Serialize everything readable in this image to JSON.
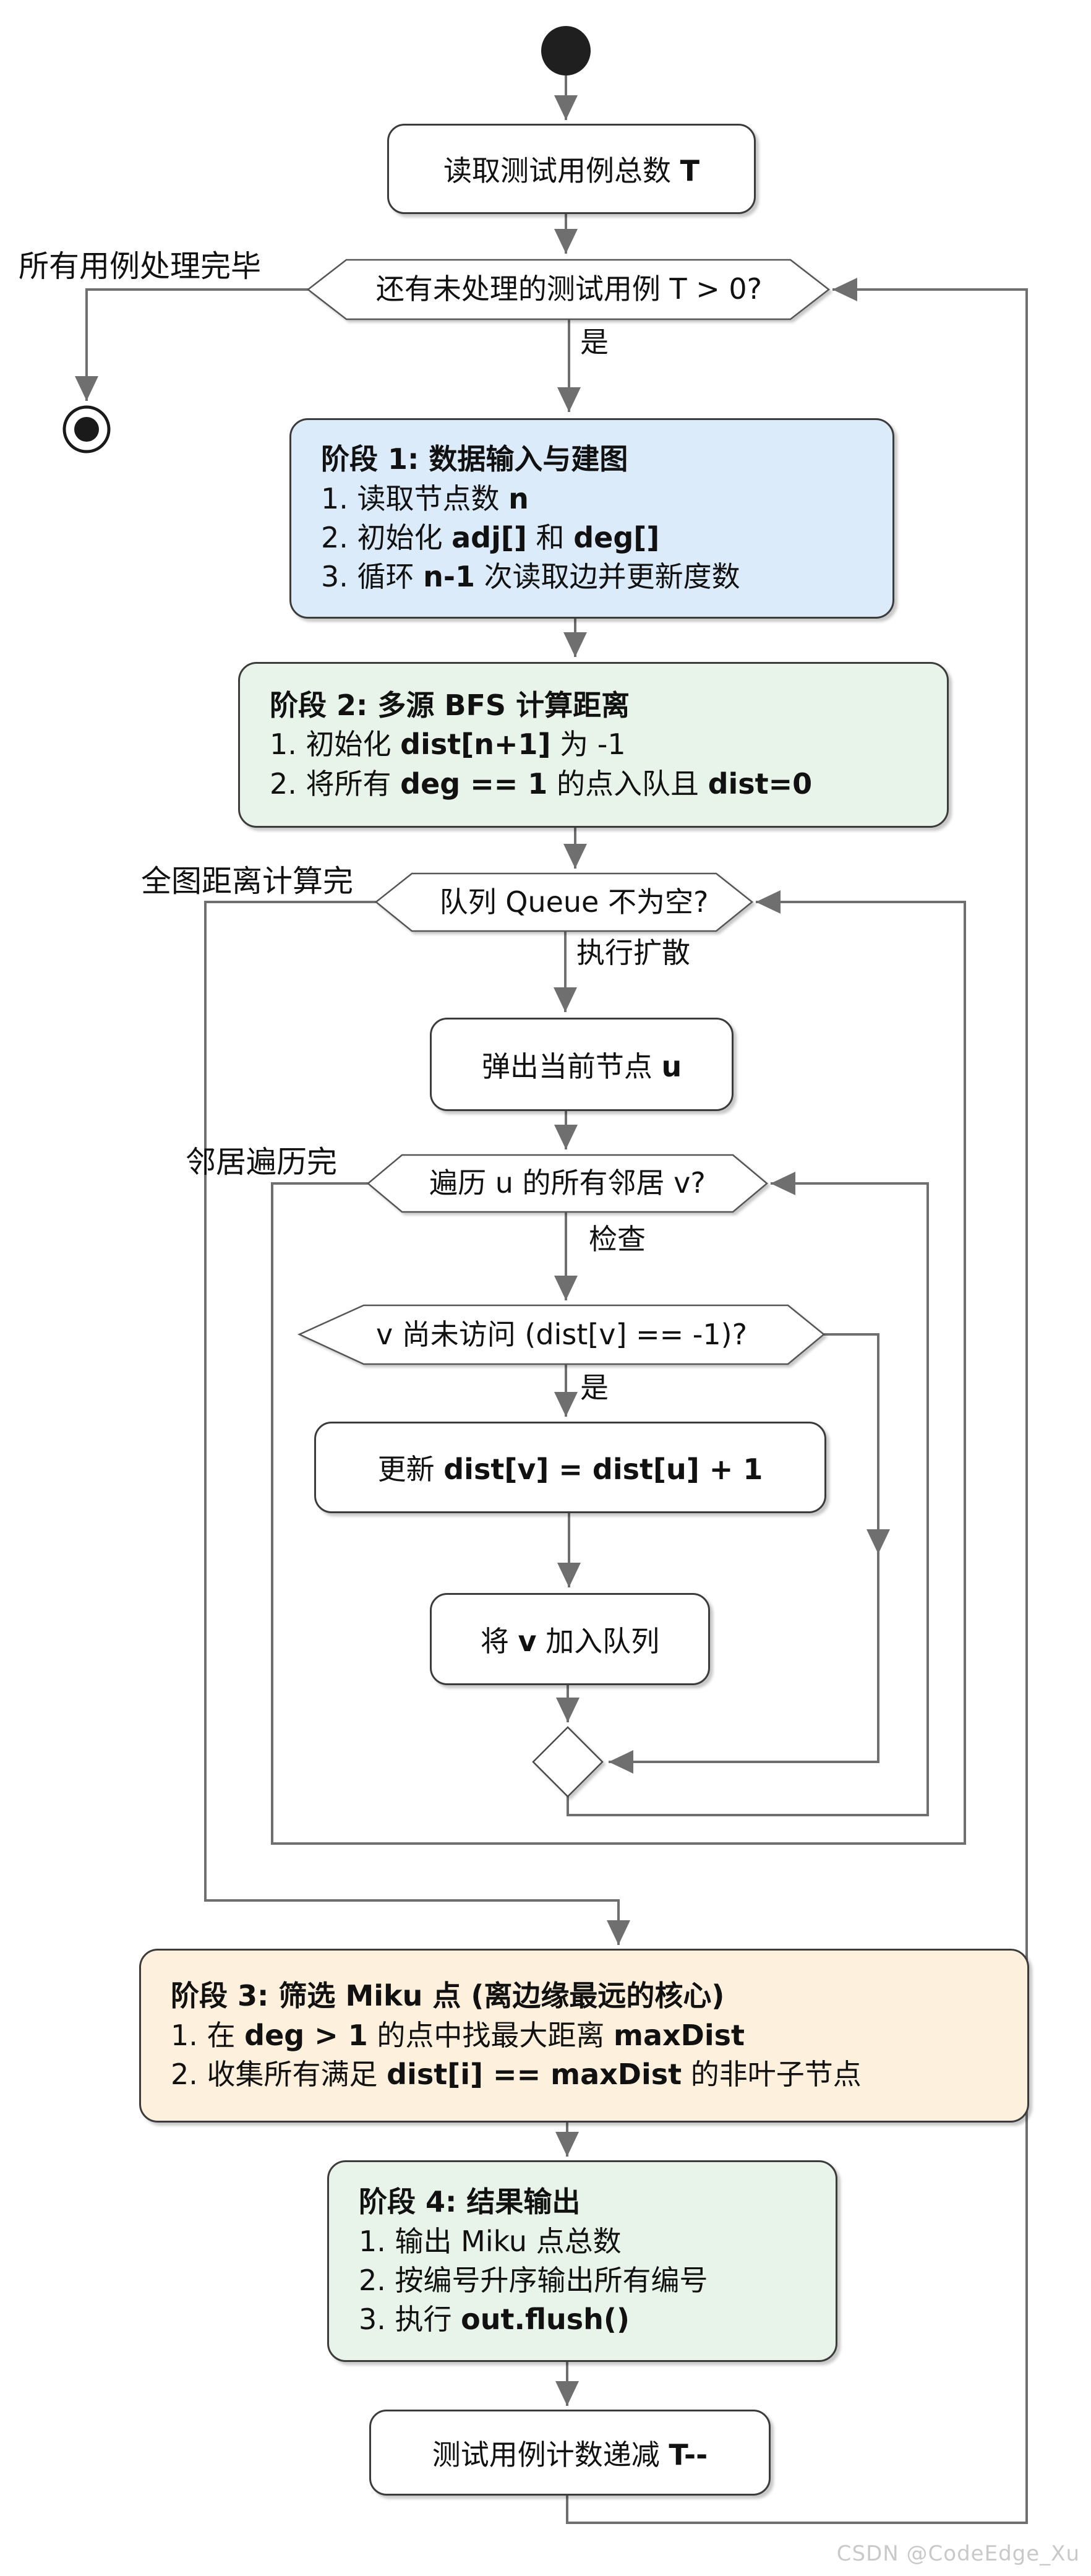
{
  "watermark": "CSDN @CodeEdge_Xu",
  "colors": {
    "line": "#6f6f6f",
    "node_border": "#3b3b3b",
    "stage1_fill": "#dcebf9",
    "stage2_fill": "#e8f4ea",
    "stage3_fill": "#fdf1dd",
    "stage4_fill": "#e8f4ea",
    "start_fill": "#1f1f1f",
    "watermark_color": "#c9c9c9"
  },
  "nodes": {
    "read_t": {
      "parts": [
        {
          "t": "读取测试用例总数 "
        },
        {
          "t": "T",
          "b": true
        }
      ]
    },
    "pop_u": {
      "parts": [
        {
          "t": "弹出当前节点 "
        },
        {
          "t": "u",
          "b": true
        }
      ]
    },
    "update_dist": {
      "parts": [
        {
          "t": "更新 "
        },
        {
          "t": "dist[v] = dist[u] + 1",
          "b": true
        }
      ]
    },
    "push_v": {
      "parts": [
        {
          "t": "将 "
        },
        {
          "t": "v",
          "b": true
        },
        {
          "t": " 加入队列"
        }
      ]
    },
    "dec_t": {
      "parts": [
        {
          "t": "测试用例计数递减 "
        },
        {
          "t": "T--",
          "b": true
        }
      ]
    }
  },
  "decisions": {
    "more_cases": "还有未处理的测试用例 T > 0?",
    "queue_not_empty": "队列 Queue 不为空?",
    "each_neighbor": "遍历 u 的所有邻居 v?",
    "not_visited": "v 尚未访问 (dist[v] == -1)?"
  },
  "edge_labels": {
    "all_done": "所有用例处理完毕",
    "yes_cases": "是",
    "queue_done": "全图距离计算完",
    "spread": "执行扩散",
    "neighbors_done": "邻居遍历完",
    "check": "检查",
    "yes_unvisited": "是"
  },
  "stages": {
    "stage1": {
      "title": "阶段 1: 数据输入与建图",
      "lines": [
        [
          {
            "t": "1. 读取节点数 "
          },
          {
            "t": "n",
            "b": true
          }
        ],
        [
          {
            "t": "2. 初始化 "
          },
          {
            "t": "adj[]",
            "b": true
          },
          {
            "t": " 和 "
          },
          {
            "t": "deg[]",
            "b": true
          }
        ],
        [
          {
            "t": "3. 循环 "
          },
          {
            "t": "n-1",
            "b": true
          },
          {
            "t": " 次读取边并更新度数"
          }
        ]
      ]
    },
    "stage2": {
      "title": "阶段 2: 多源 BFS 计算距离",
      "lines": [
        [
          {
            "t": "1. 初始化 "
          },
          {
            "t": "dist[n+1]",
            "b": true
          },
          {
            "t": " 为 -1"
          }
        ],
        [
          {
            "t": "2. 将所有 "
          },
          {
            "t": "deg == 1",
            "b": true
          },
          {
            "t": " 的点入队且 "
          },
          {
            "t": "dist=0",
            "b": true
          }
        ]
      ]
    },
    "stage3": {
      "title": "阶段 3: 筛选 Miku 点 (离边缘最远的核心)",
      "lines": [
        [
          {
            "t": "1. 在 "
          },
          {
            "t": "deg > 1",
            "b": true
          },
          {
            "t": " 的点中找最大距离 "
          },
          {
            "t": "maxDist",
            "b": true
          }
        ],
        [
          {
            "t": "2. 收集所有满足 "
          },
          {
            "t": "dist[i] == maxDist",
            "b": true
          },
          {
            "t": " 的非叶子节点"
          }
        ]
      ]
    },
    "stage4": {
      "title": "阶段 4: 结果输出",
      "lines": [
        [
          {
            "t": "1. 输出 Miku 点总数"
          }
        ],
        [
          {
            "t": "2. 按编号升序输出所有编号"
          }
        ],
        [
          {
            "t": "3. 执行 "
          },
          {
            "t": "out.flush()",
            "b": true
          }
        ]
      ]
    }
  }
}
